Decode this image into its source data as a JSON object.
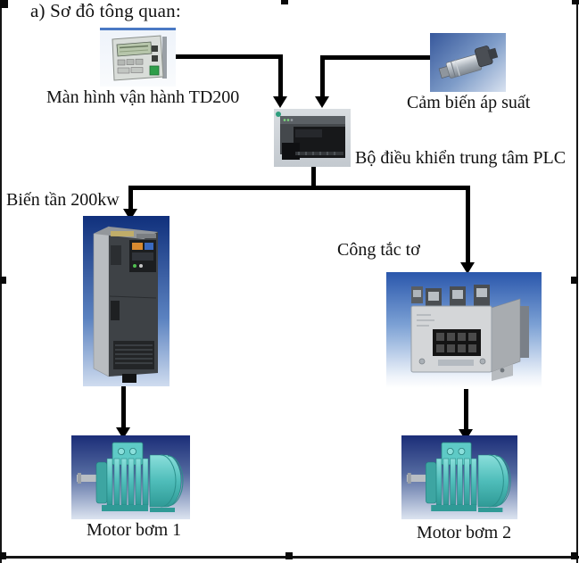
{
  "title": "a) Sơ đô tông quan:",
  "nodes": {
    "td200": {
      "label": "Màn hình vận hành TD200",
      "photo": "siemens-td200-operator-panel-photo"
    },
    "sensor": {
      "label": "Cảm biến áp suất",
      "photo": "pressure-transmitter-photo"
    },
    "plc": {
      "label": "Bộ điều khiển trung tâm PLC",
      "photo": "plc-s7-200-photo"
    },
    "inverter": {
      "label": "Biến tần 200kw",
      "photo": "frequency-inverter-cabinet-photo"
    },
    "contactor": {
      "label": "Công tắc tơ",
      "photo": "contactor-photo"
    },
    "motor1": {
      "label": "Motor bơm 1",
      "photo": "pump-motor-photo"
    },
    "motor2": {
      "label": "Motor bơm 2",
      "photo": "pump-motor-photo"
    }
  },
  "edges": [
    {
      "from": "td200",
      "to": "plc"
    },
    {
      "from": "sensor",
      "to": "plc"
    },
    {
      "from": "plc",
      "to": "inverter"
    },
    {
      "from": "plc",
      "to": "contactor"
    },
    {
      "from": "inverter",
      "to": "motor1"
    },
    {
      "from": "contactor",
      "to": "motor2"
    }
  ],
  "colors": {
    "connector": "#000000",
    "selection_border": "#151515",
    "photo_blue_dark": "#10307c",
    "photo_blue_light": "#cfdcef",
    "motor_teal": "#4fbdba"
  }
}
